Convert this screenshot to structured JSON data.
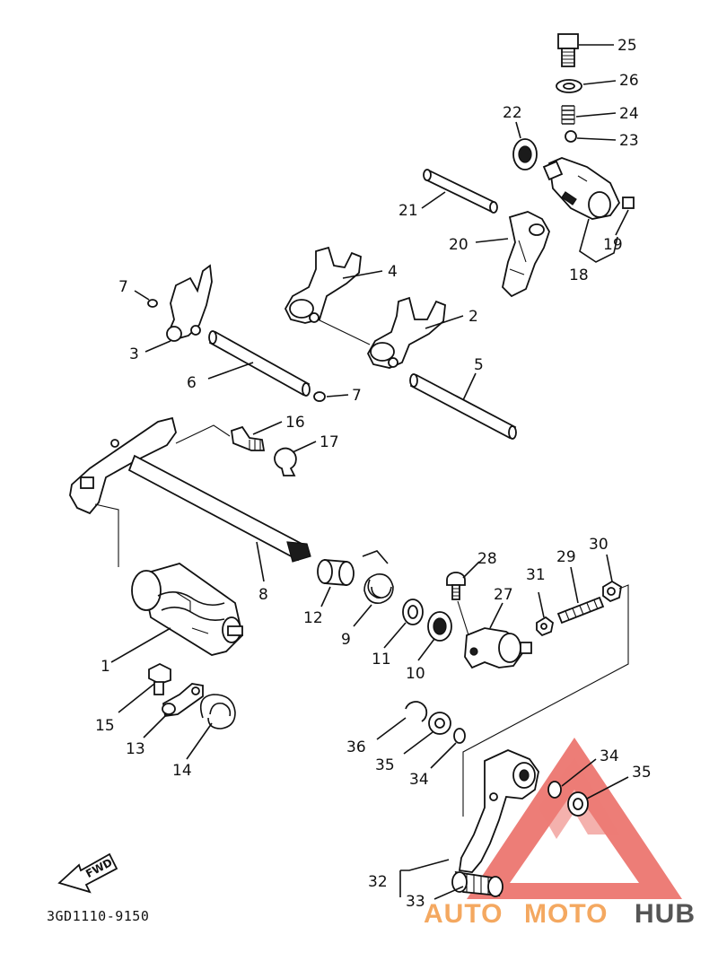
{
  "diagram": {
    "catalog_code": "3GD1110-9150",
    "fwd_label": "FWD",
    "watermark": {
      "auto": "AUTO",
      "moto": "MOTO",
      "hub": "HUB",
      "triangle_color": "#e8524a",
      "text_color": "#f4a860",
      "hub_color": "#555555"
    },
    "labels": {
      "l1": "1",
      "l2": "2",
      "l3": "3",
      "l4": "4",
      "l5": "5",
      "l6": "6",
      "l7a": "7",
      "l7b": "7",
      "l8": "8",
      "l9": "9",
      "l10": "10",
      "l11": "11",
      "l12": "12",
      "l13": "13",
      "l14": "14",
      "l15": "15",
      "l16": "16",
      "l17": "17",
      "l18": "18",
      "l19": "19",
      "l20": "20",
      "l21": "21",
      "l22": "22",
      "l23": "23",
      "l24": "24",
      "l25": "25",
      "l26": "26",
      "l27": "27",
      "l28": "28",
      "l29": "29",
      "l30": "30",
      "l31": "31",
      "l32": "32",
      "l33": "33",
      "l34a": "34",
      "l34b": "34",
      "l35a": "35",
      "l35b": "35",
      "l36": "36"
    }
  }
}
